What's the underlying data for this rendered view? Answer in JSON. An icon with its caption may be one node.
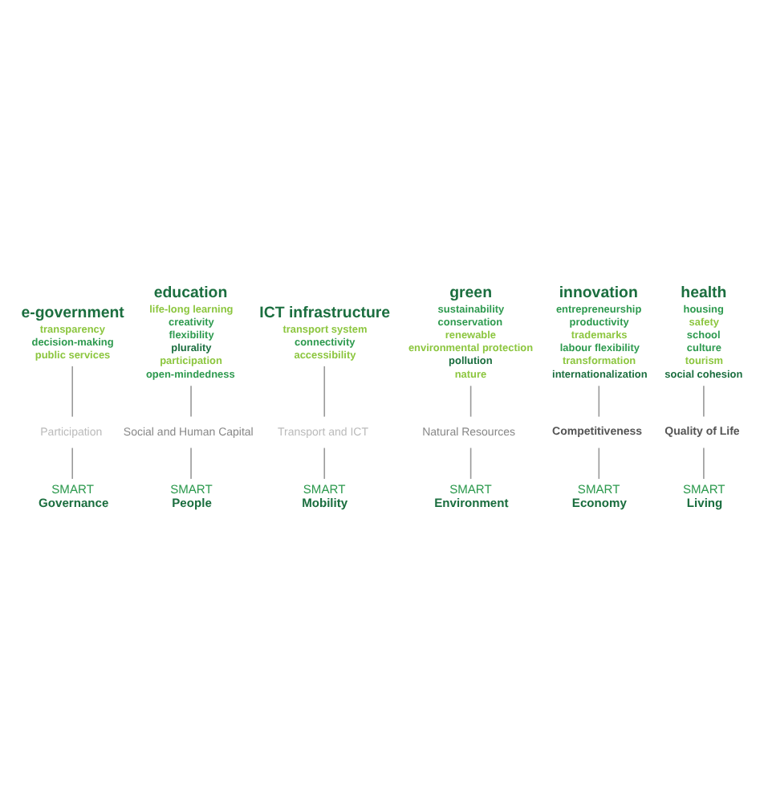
{
  "diagram": {
    "nodes": [
      {
        "text": [
          "e-government"
        ],
        "beside": [
          "transparency",
          "decision-making",
          "public services"
        ]
      },
      {
        "text": [
          "education"
        ],
        "beside": [
          "life-long learning",
          "creativity",
          "flexibility",
          "plurality",
          "participation",
          "open-mindedness"
        ]
      },
      {
        "text": [
          "ICT infrastructure"
        ],
        "beside": [
          "transport system",
          "connectivity",
          "accessibility"
        ]
      },
      {
        "text": [
          "green"
        ],
        "beside": [
          "sustainability",
          "conservation",
          "renewable",
          "environmental protection",
          "pollution",
          "nature"
        ]
      },
      {
        "text": [
          "innovation"
        ],
        "beside": [
          "entrepreneurship",
          "productivity",
          "trademarks",
          "labour flexibility",
          "transformation",
          "internationalization"
        ]
      },
      {
        "text": [
          "health"
        ],
        "beside": [
          "housing",
          "safety",
          "school",
          "culture",
          "tourism",
          "social cohesion"
        ]
      },
      {
        "text": [
          "Competitiveness"
        ]
      },
      {
        "text": [
          "Social and Human Capital"
        ]
      },
      {
        "text": [
          "Participation"
        ]
      },
      {
        "text": [
          "Transport and ICT"
        ]
      },
      {
        "text": [
          "Natural Resources"
        ]
      },
      {
        "text": [
          "Quality of Life"
        ]
      },
      {
        "text": [
          "SMART",
          "Economy"
        ]
      },
      {
        "text": [
          "SMART",
          "People"
        ]
      },
      {
        "text": [
          "SMART",
          "Governance"
        ]
      },
      {
        "text": [
          "SMART",
          "Mobility"
        ]
      },
      {
        "text": [
          "SMART",
          "Environment"
        ]
      },
      {
        "text": [
          "SMART",
          "Living"
        ]
      }
    ],
    "edges": [
      {
        "from": 12,
        "to": 6,
        "arrow": "none"
      },
      {
        "from": 13,
        "to": 7,
        "arrow": "none"
      },
      {
        "from": 14,
        "to": 8,
        "arrow": "none"
      },
      {
        "from": 15,
        "to": 9,
        "arrow": "none"
      },
      {
        "from": 16,
        "to": 10,
        "arrow": "none"
      },
      {
        "from": 17,
        "to": 11,
        "arrow": "none"
      },
      {
        "from": 6,
        "to": 4,
        "arrow": "none"
      },
      {
        "from": 7,
        "to": 1,
        "arrow": "none"
      },
      {
        "from": 8,
        "to": 0,
        "arrow": "none"
      },
      {
        "from": 9,
        "to": 2,
        "arrow": "none"
      },
      {
        "from": 10,
        "to": 3,
        "arrow": "none"
      },
      {
        "from": 11,
        "to": 5,
        "arrow": "none"
      }
    ]
  }
}
